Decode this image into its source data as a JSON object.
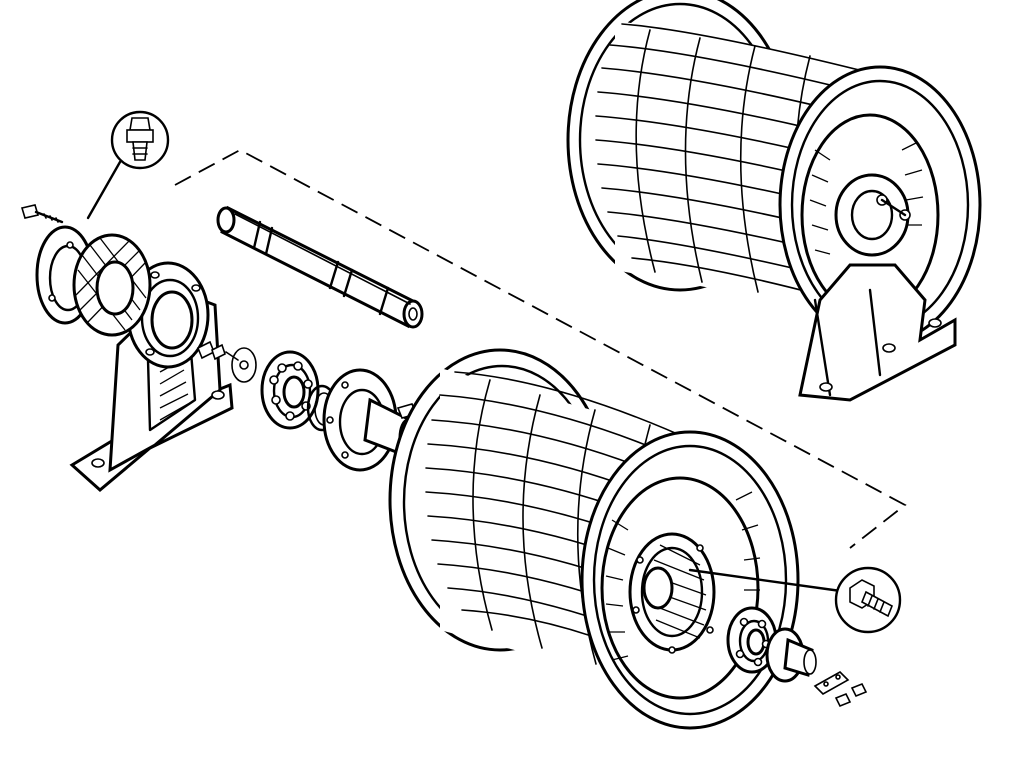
{
  "figure": {
    "kind": "exploded-assembly-illustration",
    "ink_color": "#000000",
    "paper_color": "#ffffff",
    "components": [
      {
        "name": "assembled-cable-reel",
        "icon": "reel-icon"
      },
      {
        "name": "exploded-cable-reel",
        "icon": "reel-icon"
      },
      {
        "name": "pillow-block-bearing-housing",
        "icon": "bearing-housing-icon"
      },
      {
        "name": "drive-shaft",
        "icon": "shaft-icon"
      },
      {
        "name": "ball-bearing",
        "icon": "bearing-icon"
      },
      {
        "name": "flange-hub",
        "icon": "flange-icon"
      },
      {
        "name": "grease-fitting",
        "icon": "grease-fitting-icon"
      },
      {
        "name": "hex-bolt",
        "icon": "bolt-icon"
      }
    ]
  }
}
